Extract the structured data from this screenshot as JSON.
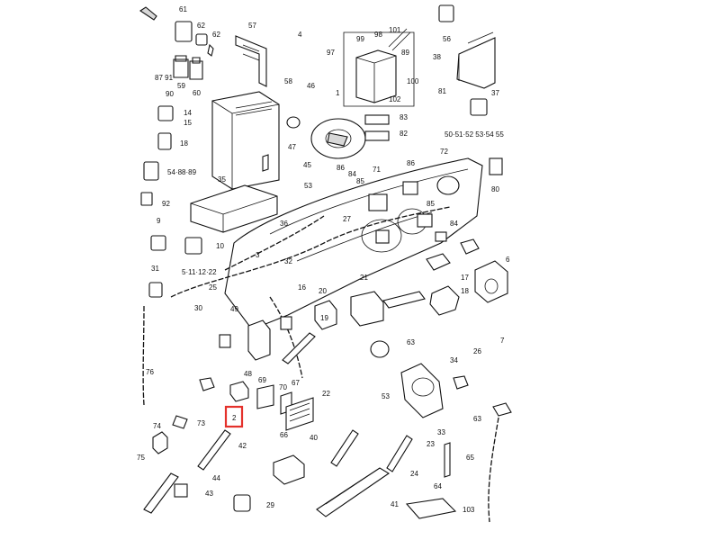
{
  "diagram": {
    "highlight_label": "2",
    "callouts": [
      {
        "id": "c61",
        "text": "61"
      },
      {
        "id": "c62a",
        "text": "62"
      },
      {
        "id": "c62b",
        "text": "62"
      },
      {
        "id": "c57",
        "text": "57"
      },
      {
        "id": "c4",
        "text": "4"
      },
      {
        "id": "c97",
        "text": "97"
      },
      {
        "id": "c99",
        "text": "99"
      },
      {
        "id": "c98",
        "text": "98"
      },
      {
        "id": "c101",
        "text": "101"
      },
      {
        "id": "c89",
        "text": "89"
      },
      {
        "id": "c100",
        "text": "100"
      },
      {
        "id": "c102",
        "text": "102"
      },
      {
        "id": "c56",
        "text": "56"
      },
      {
        "id": "c38",
        "text": "38"
      },
      {
        "id": "c37",
        "text": "37"
      },
      {
        "id": "c8791",
        "text": "87 91"
      },
      {
        "id": "c59",
        "text": "59"
      },
      {
        "id": "c60",
        "text": "60"
      },
      {
        "id": "c58",
        "text": "58"
      },
      {
        "id": "c90",
        "text": "90"
      },
      {
        "id": "c46",
        "text": "46"
      },
      {
        "id": "c1",
        "text": "1"
      },
      {
        "id": "c83",
        "text": "83"
      },
      {
        "id": "c82",
        "text": "82"
      },
      {
        "id": "c81",
        "text": "81"
      },
      {
        "id": "c14",
        "text": "14"
      },
      {
        "id": "c15",
        "text": "15"
      },
      {
        "id": "c18",
        "text": "18"
      },
      {
        "id": "c47",
        "text": "47"
      },
      {
        "id": "c505152",
        "text": "50·51·52 53·54 55"
      },
      {
        "id": "c86a",
        "text": "86"
      },
      {
        "id": "c84a",
        "text": "84"
      },
      {
        "id": "c85a",
        "text": "85"
      },
      {
        "id": "c45",
        "text": "45"
      },
      {
        "id": "c5488",
        "text": "54·88·89"
      },
      {
        "id": "c71",
        "text": "71"
      },
      {
        "id": "c86b",
        "text": "86"
      },
      {
        "id": "c72",
        "text": "72"
      },
      {
        "id": "c80",
        "text": "80"
      },
      {
        "id": "c35",
        "text": "35"
      },
      {
        "id": "c53",
        "text": "53"
      },
      {
        "id": "c92",
        "text": "92"
      },
      {
        "id": "c27",
        "text": "27"
      },
      {
        "id": "c85b",
        "text": "85"
      },
      {
        "id": "c84b",
        "text": "84"
      },
      {
        "id": "c36",
        "text": "36"
      },
      {
        "id": "c9",
        "text": "9"
      },
      {
        "id": "c10",
        "text": "10"
      },
      {
        "id": "c3",
        "text": "3"
      },
      {
        "id": "c32",
        "text": "32"
      },
      {
        "id": "c6",
        "text": "6"
      },
      {
        "id": "c31",
        "text": "31"
      },
      {
        "id": "c5111222",
        "text": "5·11·12·22"
      },
      {
        "id": "c25",
        "text": "25"
      },
      {
        "id": "c16",
        "text": "16"
      },
      {
        "id": "c21",
        "text": "21"
      },
      {
        "id": "c20",
        "text": "20"
      },
      {
        "id": "c17",
        "text": "17"
      },
      {
        "id": "c18b",
        "text": "18"
      },
      {
        "id": "c30",
        "text": "30"
      },
      {
        "id": "c19",
        "text": "19"
      },
      {
        "id": "c49",
        "text": "49"
      },
      {
        "id": "c26",
        "text": "26"
      },
      {
        "id": "c7",
        "text": "7"
      },
      {
        "id": "c63a",
        "text": "63"
      },
      {
        "id": "c48",
        "text": "48"
      },
      {
        "id": "c34",
        "text": "34"
      },
      {
        "id": "c76",
        "text": "76"
      },
      {
        "id": "c69",
        "text": "69"
      },
      {
        "id": "c70",
        "text": "70"
      },
      {
        "id": "c67",
        "text": "67"
      },
      {
        "id": "c22",
        "text": "22"
      },
      {
        "id": "c53b",
        "text": "53"
      },
      {
        "id": "c33",
        "text": "33"
      },
      {
        "id": "c63b",
        "text": "63"
      },
      {
        "id": "c74",
        "text": "74"
      },
      {
        "id": "c73",
        "text": "73"
      },
      {
        "id": "c75",
        "text": "75"
      },
      {
        "id": "c42",
        "text": "42"
      },
      {
        "id": "c66",
        "text": "66"
      },
      {
        "id": "c40",
        "text": "40"
      },
      {
        "id": "c23",
        "text": "23"
      },
      {
        "id": "c65",
        "text": "65"
      },
      {
        "id": "c44",
        "text": "44"
      },
      {
        "id": "c24",
        "text": "24"
      },
      {
        "id": "c43",
        "text": "43"
      },
      {
        "id": "c29",
        "text": "29"
      },
      {
        "id": "c41",
        "text": "41"
      },
      {
        "id": "c64",
        "text": "64"
      },
      {
        "id": "c103",
        "text": "103"
      }
    ]
  }
}
